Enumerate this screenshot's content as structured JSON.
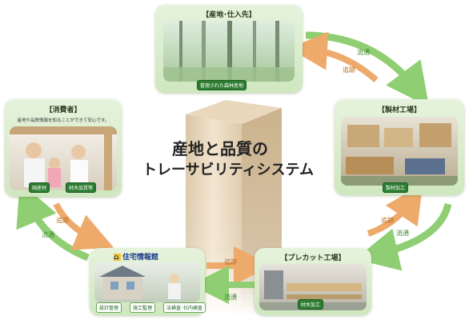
{
  "center": {
    "line1": "産地と品質の",
    "line2": "トレーサビリティシステム"
  },
  "nodes": {
    "origin": {
      "title": "【産地･仕入先】",
      "tag": "管理された森林産地"
    },
    "sawmill": {
      "title": "【製材工場】",
      "tag": "製材加工"
    },
    "precut": {
      "title": "【プレカット工場】",
      "tag": "材木加工"
    },
    "builder": {
      "logo": "住宅情報館",
      "tags": [
        "設計管理",
        "施工監理",
        "法検査･社内検査"
      ]
    },
    "consumer": {
      "title": "【消費者】",
      "desc": "産地や品質情報を知ることができて安心です。",
      "tags": [
        "国産材",
        "材木品質等"
      ]
    }
  },
  "arrows": {
    "flow": "流通",
    "trace": "追跡"
  },
  "colors": {
    "flow_green": "#8fce72",
    "trace_orange": "#eeaa6a",
    "tag_green": "#2e7d32"
  }
}
